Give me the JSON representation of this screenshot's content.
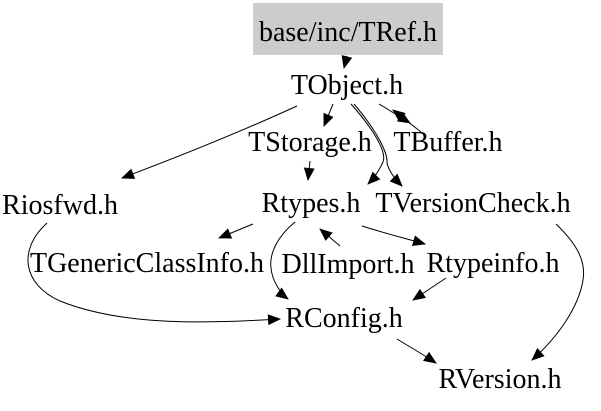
{
  "diagram": {
    "type": "include-dependency-graph",
    "highlighted_node": "base/inc/TRef.h",
    "highlight_fill": "#cccccc",
    "edge_color": "#000000",
    "text_color": "#000000",
    "nodes": {
      "tref": {
        "label": "base/inc/TRef.h",
        "highlighted": true
      },
      "tobject": {
        "label": "TObject.h"
      },
      "tstorage": {
        "label": "TStorage.h"
      },
      "tbuffer": {
        "label": "TBuffer.h"
      },
      "riosfwd": {
        "label": "Riosfwd.h"
      },
      "rtypes": {
        "label": "Rtypes.h"
      },
      "tversioncheck": {
        "label": "TVersionCheck.h"
      },
      "tgenericclassinfo": {
        "label": "TGenericClassInfo.h"
      },
      "dllimport": {
        "label": "DllImport.h"
      },
      "rtypeinfo": {
        "label": "Rtypeinfo.h"
      },
      "rconfig": {
        "label": "RConfig.h"
      },
      "rversion": {
        "label": "RVersion.h"
      }
    },
    "edges": [
      {
        "from": "base/inc/TRef.h",
        "to": "TObject.h"
      },
      {
        "from": "TObject.h",
        "to": "TStorage.h"
      },
      {
        "from": "TObject.h",
        "to": "TBuffer.h"
      },
      {
        "from": "TBuffer.h",
        "to": "TObject.h"
      },
      {
        "from": "TObject.h",
        "to": "Riosfwd.h"
      },
      {
        "from": "TObject.h",
        "to": "Rtypes.h"
      },
      {
        "from": "TObject.h",
        "to": "TVersionCheck.h"
      },
      {
        "from": "TStorage.h",
        "to": "Rtypes.h"
      },
      {
        "from": "Rtypes.h",
        "to": "TGenericClassInfo.h"
      },
      {
        "from": "Rtypes.h",
        "to": "RConfig.h"
      },
      {
        "from": "DllImport.h",
        "to": "Rtypes.h"
      },
      {
        "from": "Rtypes.h",
        "to": "Rtypeinfo.h"
      },
      {
        "from": "Rtypeinfo.h",
        "to": "RConfig.h"
      },
      {
        "from": "Riosfwd.h",
        "to": "RConfig.h"
      },
      {
        "from": "RConfig.h",
        "to": "RVersion.h"
      },
      {
        "from": "TVersionCheck.h",
        "to": "RVersion.h"
      }
    ]
  }
}
